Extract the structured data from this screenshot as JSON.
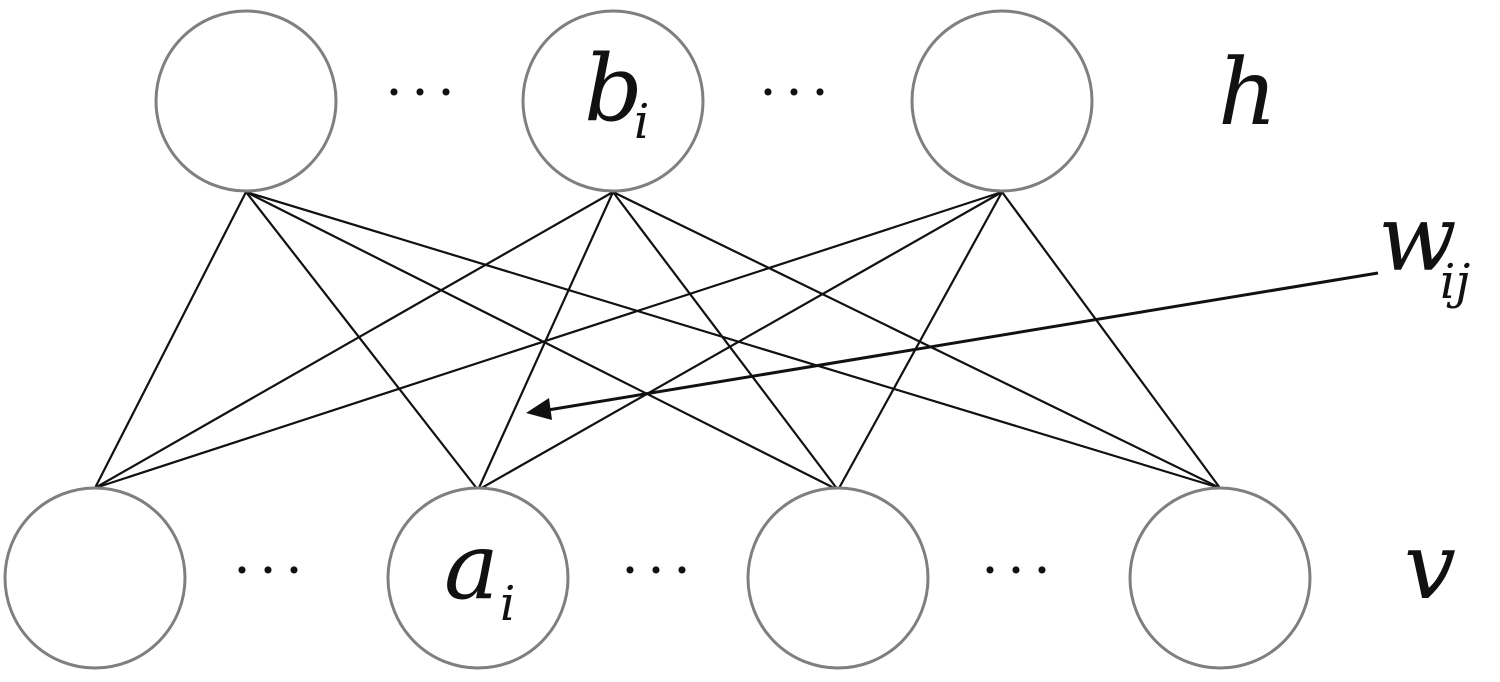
{
  "hidden_layer": {
    "label": "h",
    "node_count": 3,
    "bias_label": "b",
    "bias_subscript": "i",
    "bias_node_index": 1,
    "ellipsis": "···"
  },
  "visible_layer": {
    "label": "v",
    "node_count": 4,
    "bias_label": "a",
    "bias_subscript": "i",
    "bias_node_index": 1,
    "ellipsis": "···"
  },
  "weight": {
    "label": "w",
    "subscript": "ij"
  },
  "colors": {
    "node_stroke": "#7f7f7f",
    "edge": "#111111",
    "text": "#111111"
  }
}
